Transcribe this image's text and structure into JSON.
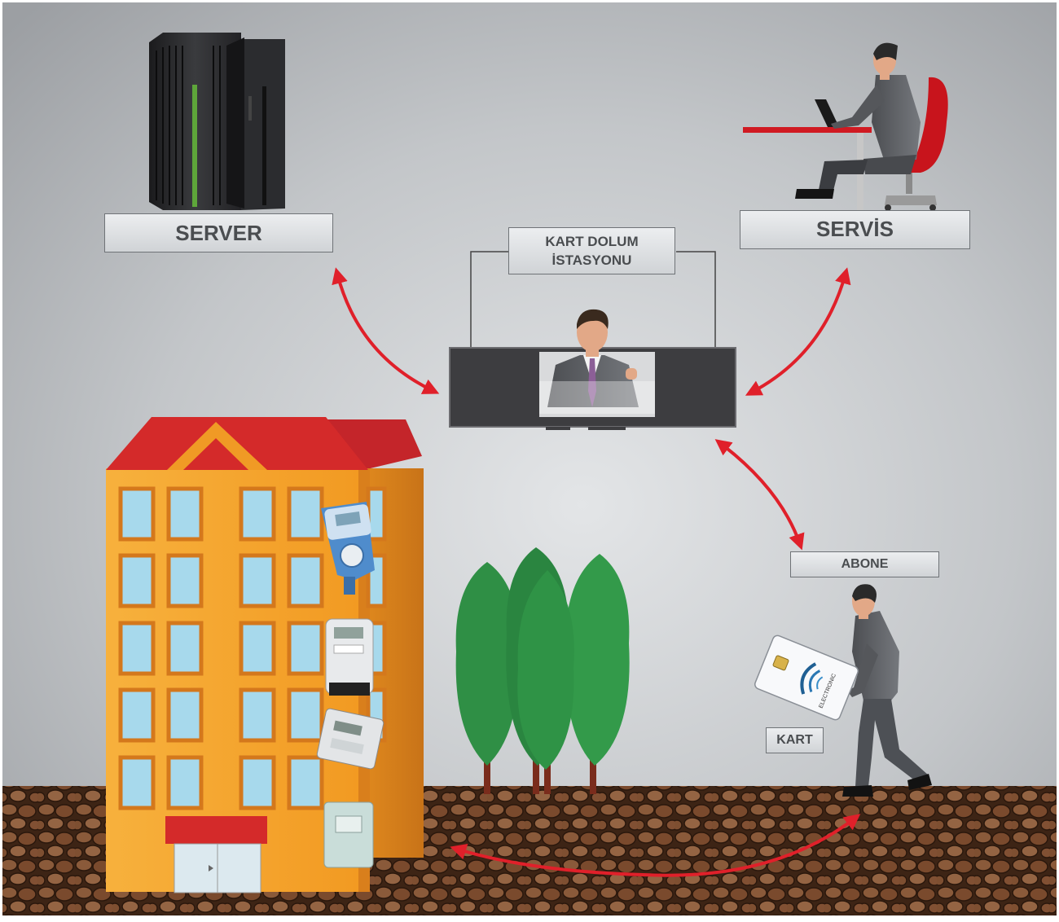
{
  "labels": {
    "server": "SERVER",
    "servis": "SERVİS",
    "kart_dolum_line1": "KART DOLUM",
    "kart_dolum_line2": "İSTASYONU",
    "abone": "ABONE",
    "kart": "KART"
  },
  "card": {
    "brand": "ELECTRONIC"
  },
  "colors": {
    "arrow": "#e0202a",
    "roof": "#d42a2a",
    "building": "#f6a52f",
    "window": "#a7d9ec",
    "tree": "#2f8f45",
    "soil": "#7a4a2d",
    "booth": "#3a3a3c",
    "background": "#b9bcbf"
  }
}
